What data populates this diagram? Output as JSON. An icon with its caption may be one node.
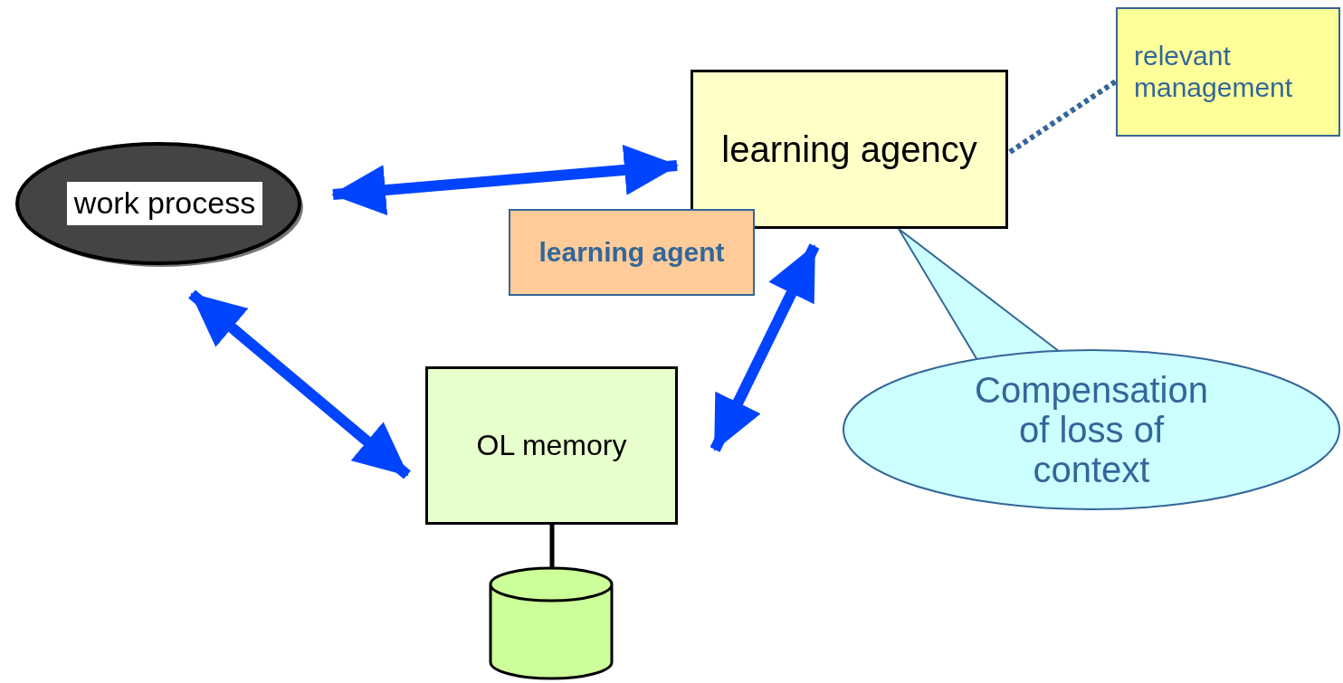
{
  "diagram": {
    "nodes": [
      {
        "text": [
          "work process"
        ]
      },
      {
        "text": [
          "learning agency"
        ]
      },
      {
        "text": [
          "learning agent"
        ]
      },
      {
        "text": [
          "relevant management"
        ]
      },
      {
        "text": [
          "OL memory"
        ]
      },
      {
        "text": [],
        "shape": "cylinder"
      },
      {
        "text": [
          "Compensation of loss of context"
        ]
      }
    ],
    "edges": [
      {
        "from": 0,
        "to": 1,
        "arrow": "both"
      },
      {
        "from": 0,
        "to": 4,
        "arrow": "both"
      },
      {
        "from": 1,
        "to": 4,
        "arrow": "both"
      },
      {
        "from": 1,
        "to": 3,
        "arrow": "none",
        "style": "dashed",
        "color": "#336699"
      },
      {
        "from": 4,
        "to": 5,
        "arrow": "none",
        "color": "#000000"
      }
    ]
  }
}
